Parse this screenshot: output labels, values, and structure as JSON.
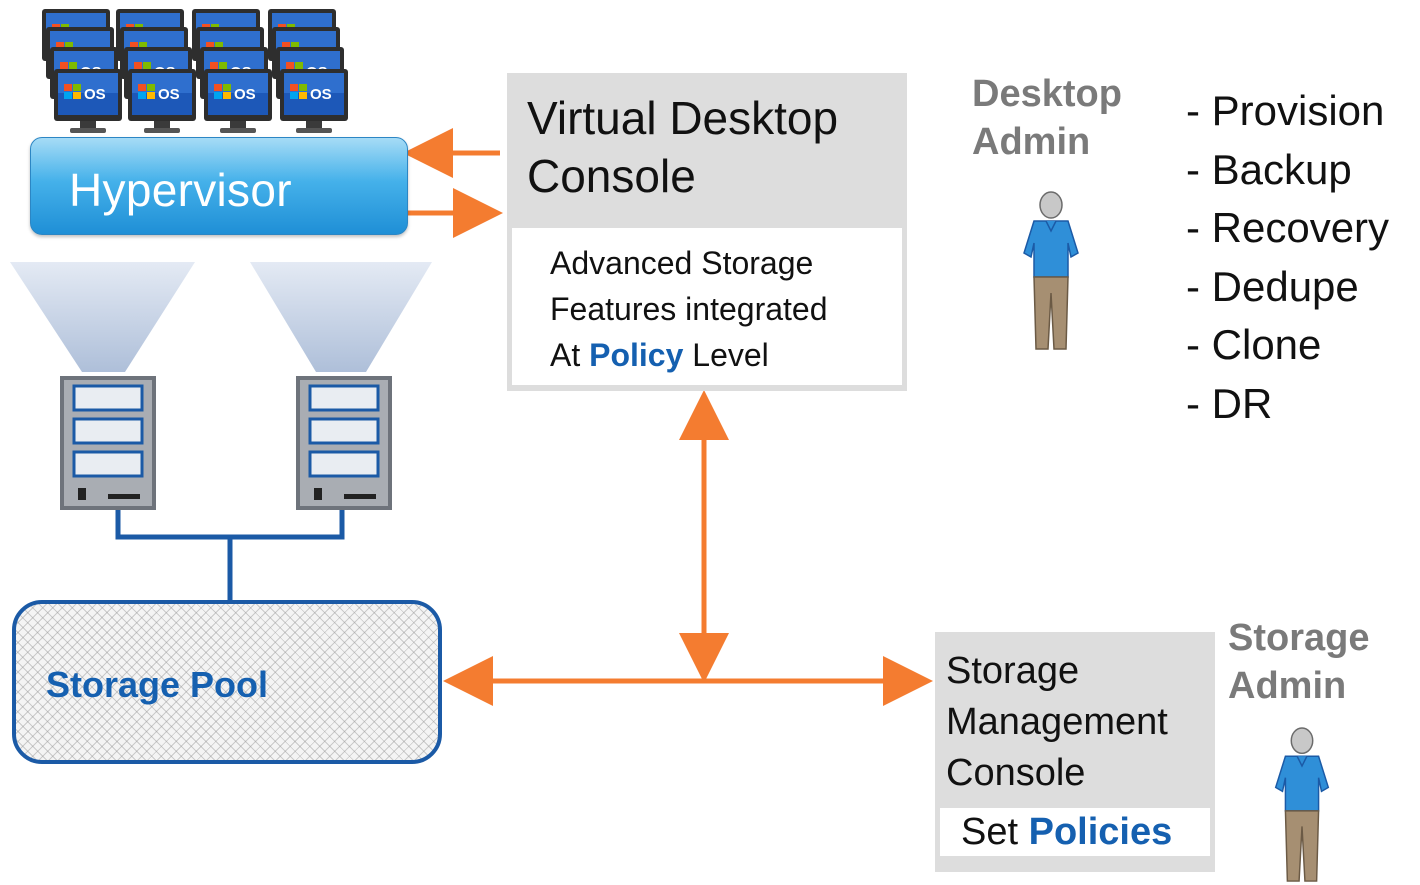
{
  "hypervisor": {
    "label": "Hypervisor"
  },
  "virtual_desktop_console": {
    "title_line1": "Virtual Desktop",
    "title_line2": "Console",
    "features_line1": "Advanced Storage",
    "features_line2": "Features integrated",
    "features_line3_pre": "At",
    "features_line3_emphasis": "Policy",
    "features_line3_post": "Level"
  },
  "desktop_admin": {
    "label_line1": "Desktop",
    "label_line2": "Admin",
    "tasks": [
      "- Provision",
      "- Backup",
      "- Recovery",
      "- Dedupe",
      "- Clone",
      "- DR"
    ]
  },
  "storage_pool": {
    "label": "Storage Pool"
  },
  "storage_management_console": {
    "title_line1": "Storage",
    "title_line2": "Management",
    "title_line3": "Console",
    "action_pre": "Set",
    "action_emphasis": "Policies"
  },
  "storage_admin": {
    "label_line1": "Storage",
    "label_line2": "Admin"
  },
  "vm_badge": {
    "text": "OS"
  },
  "colors": {
    "arrow": "#f47c30",
    "link": "#1b5aa6",
    "emphasis": "#1560b0",
    "admin_label": "#7a7a7a",
    "console_bg": "#dddddd"
  },
  "icons": [
    "monitor-icon",
    "server-icon",
    "person-icon",
    "beam-icon"
  ]
}
